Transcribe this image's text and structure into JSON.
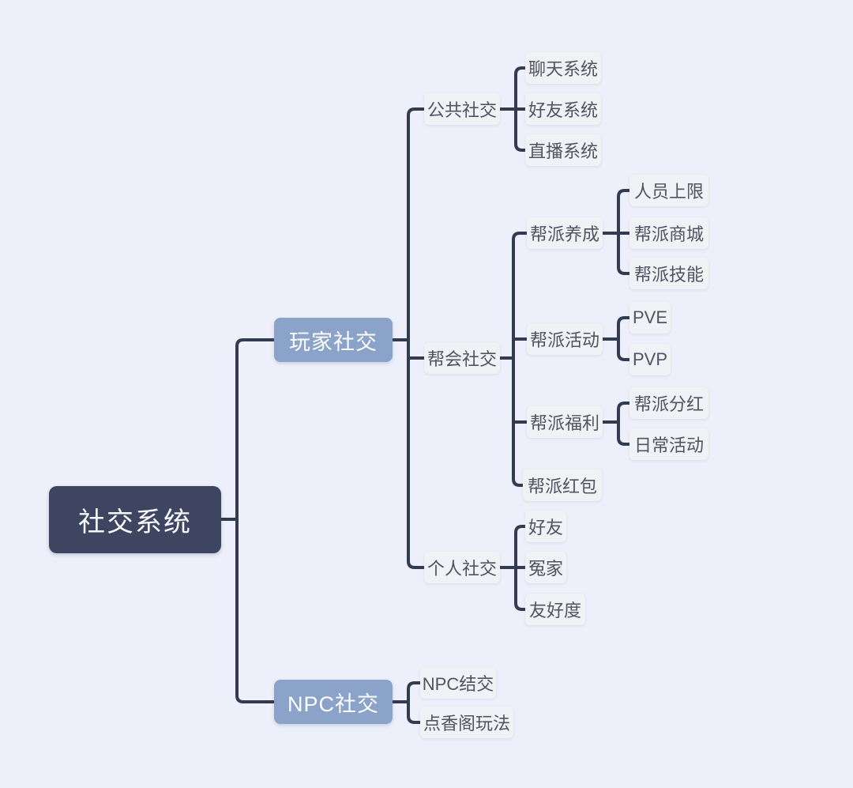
{
  "diagram": {
    "type": "mindmap",
    "orientation": "left-to-right",
    "colors": {
      "background": "#edf0fa",
      "root_fill": "#3d4560",
      "branch_fill": "#8ba3c8",
      "leaf_fill": "#f1f2f6",
      "leaf_text": "#50545f",
      "node_text_light": "#ffffff",
      "connector": "#333b50"
    }
  },
  "tree": {
    "label": "社交系统",
    "children": [
      {
        "label": "玩家社交",
        "children": [
          {
            "label": "公共社交",
            "children": [
              {
                "label": "聊天系统"
              },
              {
                "label": "好友系统"
              },
              {
                "label": "直播系统"
              }
            ]
          },
          {
            "label": "帮会社交",
            "children": [
              {
                "label": "帮派养成",
                "children": [
                  {
                    "label": "人员上限"
                  },
                  {
                    "label": "帮派商城"
                  },
                  {
                    "label": "帮派技能"
                  }
                ]
              },
              {
                "label": "帮派活动",
                "children": [
                  {
                    "label": "PVE"
                  },
                  {
                    "label": "PVP"
                  }
                ]
              },
              {
                "label": "帮派福利",
                "children": [
                  {
                    "label": "帮派分红"
                  },
                  {
                    "label": "日常活动"
                  }
                ]
              },
              {
                "label": "帮派红包"
              }
            ]
          },
          {
            "label": "个人社交",
            "children": [
              {
                "label": "好友"
              },
              {
                "label": "冤家"
              },
              {
                "label": "友好度"
              }
            ]
          }
        ]
      },
      {
        "label": "NPC社交",
        "children": [
          {
            "label": "NPC结交"
          },
          {
            "label": "点香阁玩法"
          }
        ]
      }
    ]
  }
}
